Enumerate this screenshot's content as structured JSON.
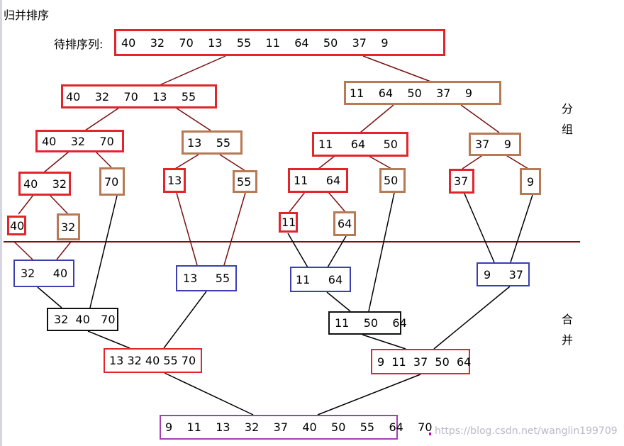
{
  "page": {
    "title": "归并排序",
    "input_label": "待排序列:",
    "split_label": [
      "分",
      "组"
    ],
    "merge_label": [
      "合",
      "并"
    ],
    "watermark": "https://blog.csdn.net/wanglin199709"
  },
  "split": {
    "root": "40    32    70    13    55    11    64    50    37    9",
    "l1_left": "40    32    70    13    55",
    "l1_right": "11    64    50    37    9",
    "l2_a": "40    32    70",
    "l2_b": "13    55",
    "l2_c": "11     64     50",
    "l2_d": "37    9",
    "l3_a": "40    32",
    "l3_b": "70",
    "l3_c": "13",
    "l3_d": "55",
    "l3_e": "11     64",
    "l3_f": "50",
    "l3_g": "37",
    "l3_h": "9",
    "l4_a": "40",
    "l4_b": "32",
    "l4_c": "11",
    "l4_d": "64"
  },
  "merge": {
    "m1_a": "32     40",
    "m1_b": "13     55",
    "m1_c": "11     64",
    "m1_d": "9     37",
    "m2_a": "32  40   70",
    "m2_b": "11    50    64",
    "m3_a": "13 32 40 55 70",
    "m3_b": "9  11  37  50  64",
    "final": "9    11    13    32    37    40    50    55    64    70"
  },
  "colors": {
    "split_connector": "#7a1010",
    "split_box_primary": "#e3242b",
    "split_box_secondary": "#b87a55",
    "divider": "#7a1010",
    "merge_connector": "#000000",
    "merge_box_level1": "#3b3fb0",
    "merge_box_level2": "#111111",
    "merge_box_level3": "#e3242b",
    "final_box": "#a040b0"
  }
}
